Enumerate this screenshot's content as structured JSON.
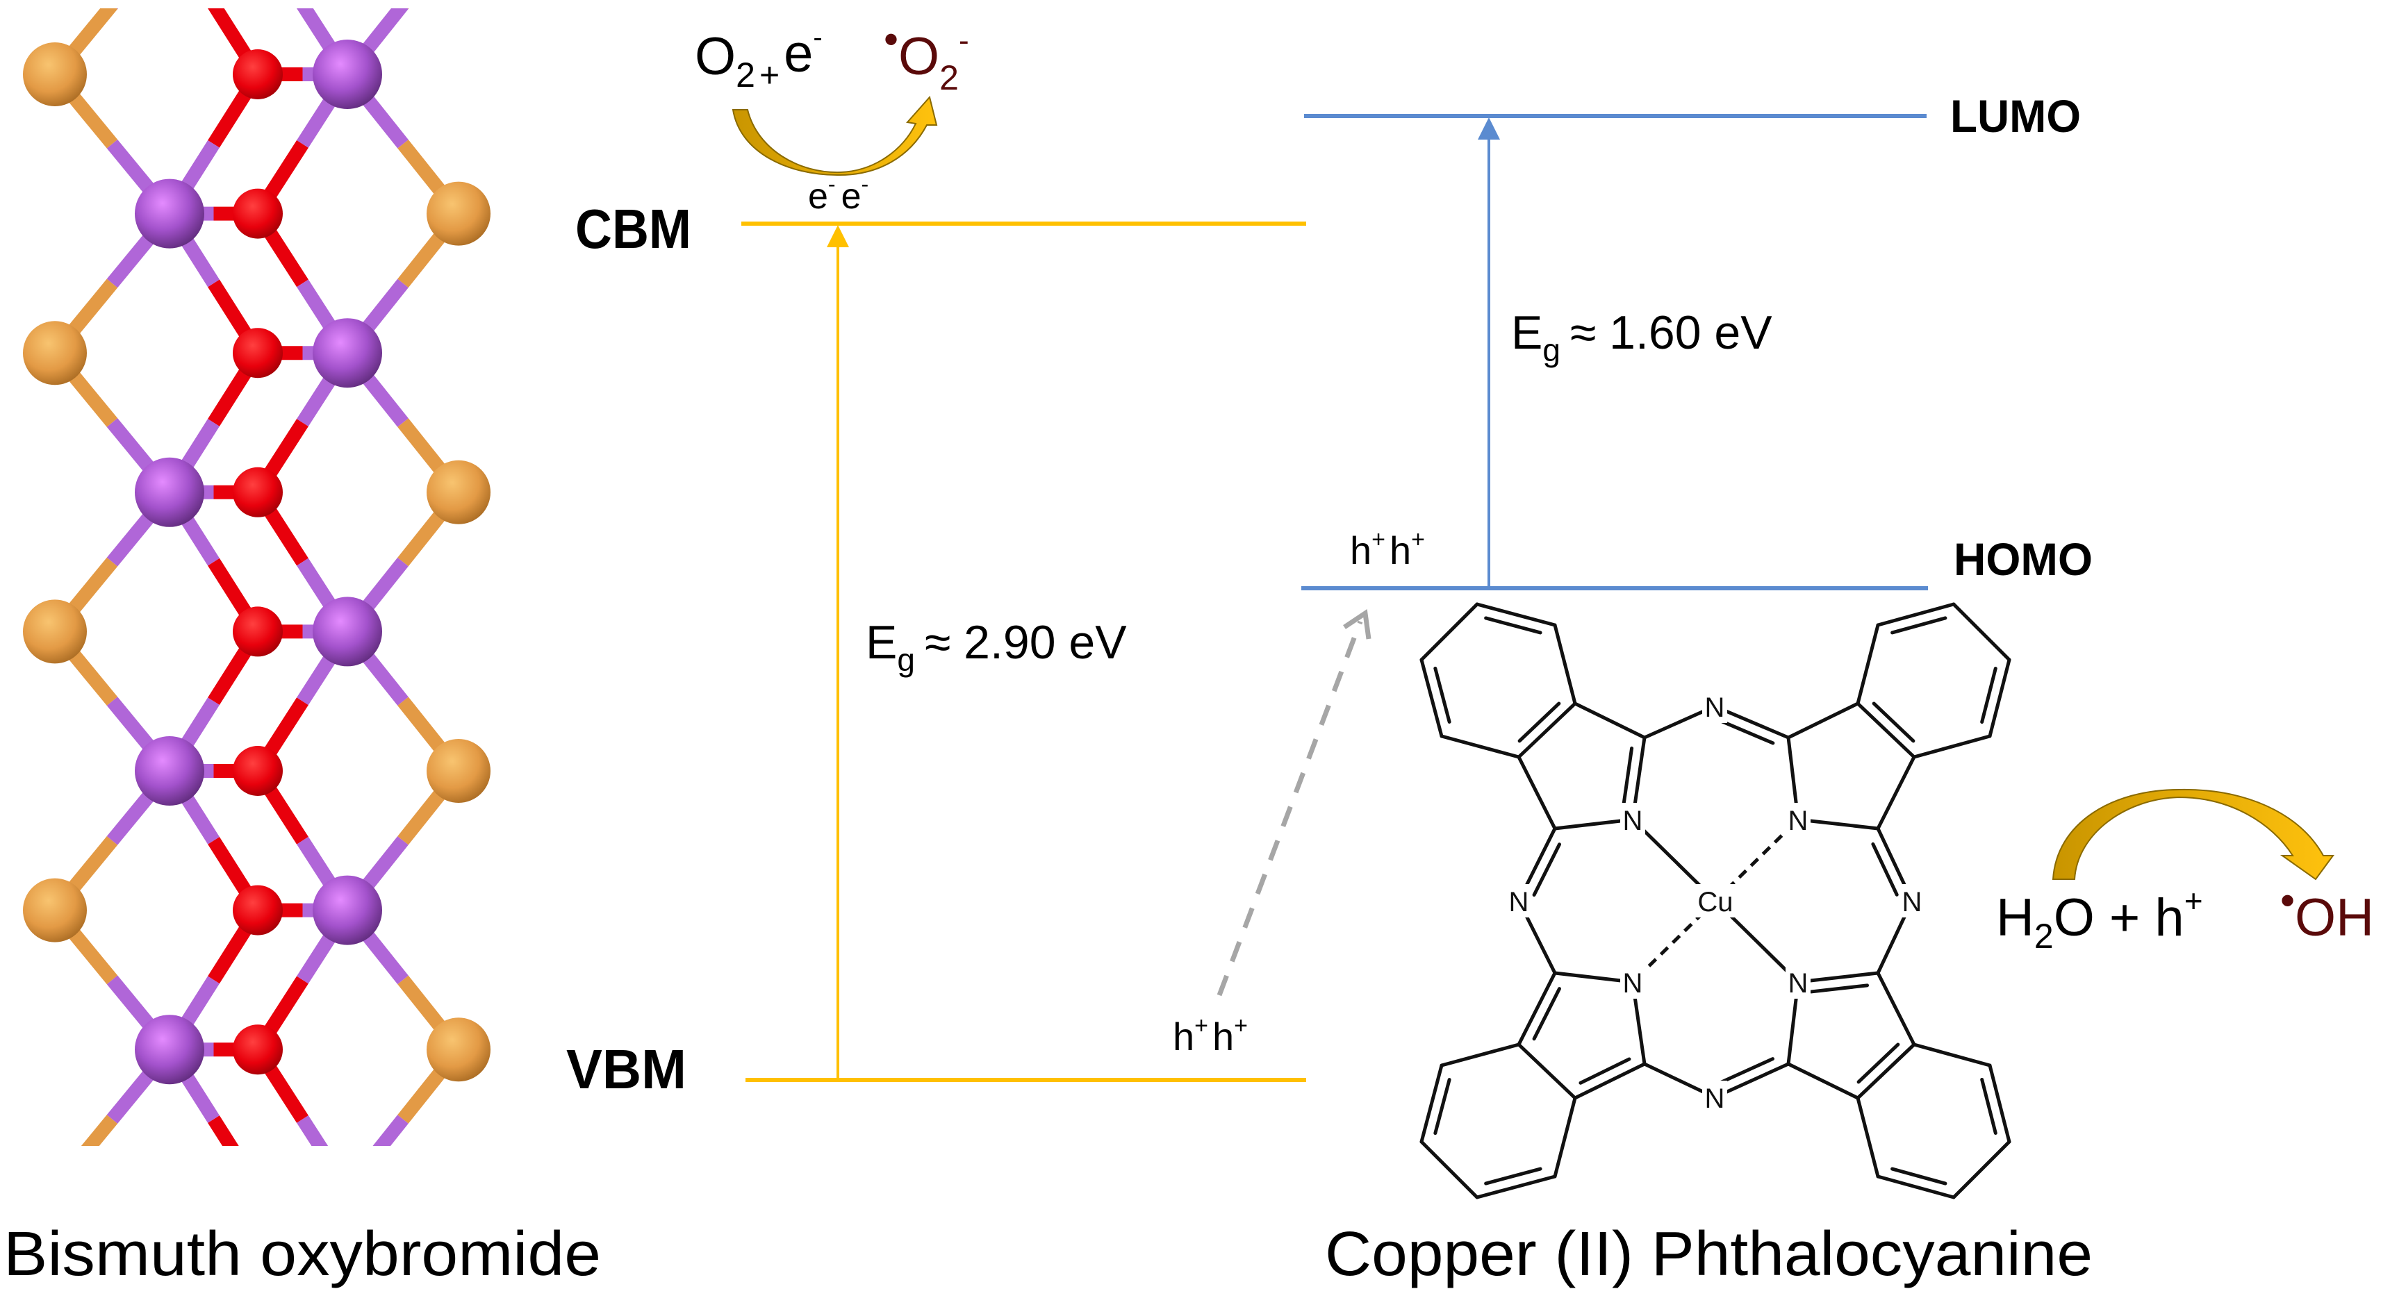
{
  "figure": {
    "left_material": {
      "caption": "Bismuth oxybromide",
      "band_edges": {
        "upper_label": "CBM",
        "lower_label": "VBM",
        "band_gap_label": "E",
        "band_gap_subscript": "g",
        "band_gap_value": "≈ 2.90 eV",
        "band_gap_ev": 2.9,
        "carriers_upper": [
          "e",
          "e"
        ],
        "carriers_upper_charge": "-",
        "color": "#FFC000"
      },
      "structure": {
        "name": "BiOBr crystal structure",
        "atom_types": [
          {
            "element": "Bi",
            "color": "#A352CC"
          },
          {
            "element": "O",
            "color": "#E8000C"
          },
          {
            "element": "Br",
            "color": "#E39A45"
          }
        ],
        "visible_layers": 8
      }
    },
    "right_material": {
      "caption": "Copper (II) Phthalocyanine",
      "orbitals": {
        "upper_label": "LUMO",
        "lower_label": "HOMO",
        "band_gap_label": "E",
        "band_gap_subscript": "g",
        "band_gap_value": "≈ 1.60 eV",
        "band_gap_ev": 1.6,
        "color": "#5B8BD0"
      },
      "molecule": {
        "center_atom": "Cu",
        "nitrogen_label": "N"
      }
    },
    "hole_labels": {
      "at_homo": [
        "h",
        "h"
      ],
      "at_vbm": [
        "h",
        "h"
      ],
      "charge": "+"
    },
    "reaction_top": {
      "reactant_1": "O",
      "reactant_1_sub": "2",
      "plus": "+",
      "reactant_2": "e",
      "reactant_2_sup": "-",
      "product_dot": "•",
      "product": "O",
      "product_sub": "2",
      "product_sup": "-"
    },
    "reaction_right": {
      "reactant": "H",
      "reactant_sub": "2",
      "reactant_rest": "O + h",
      "reactant_sup": "+",
      "product_dot": "•",
      "product": "OH"
    },
    "colors": {
      "arrow_gold": "#E0A800",
      "arrow_outline": "#8a6a00",
      "radical_text": "#5a0a0a",
      "transfer_arrow": "#A6A6A6"
    }
  }
}
